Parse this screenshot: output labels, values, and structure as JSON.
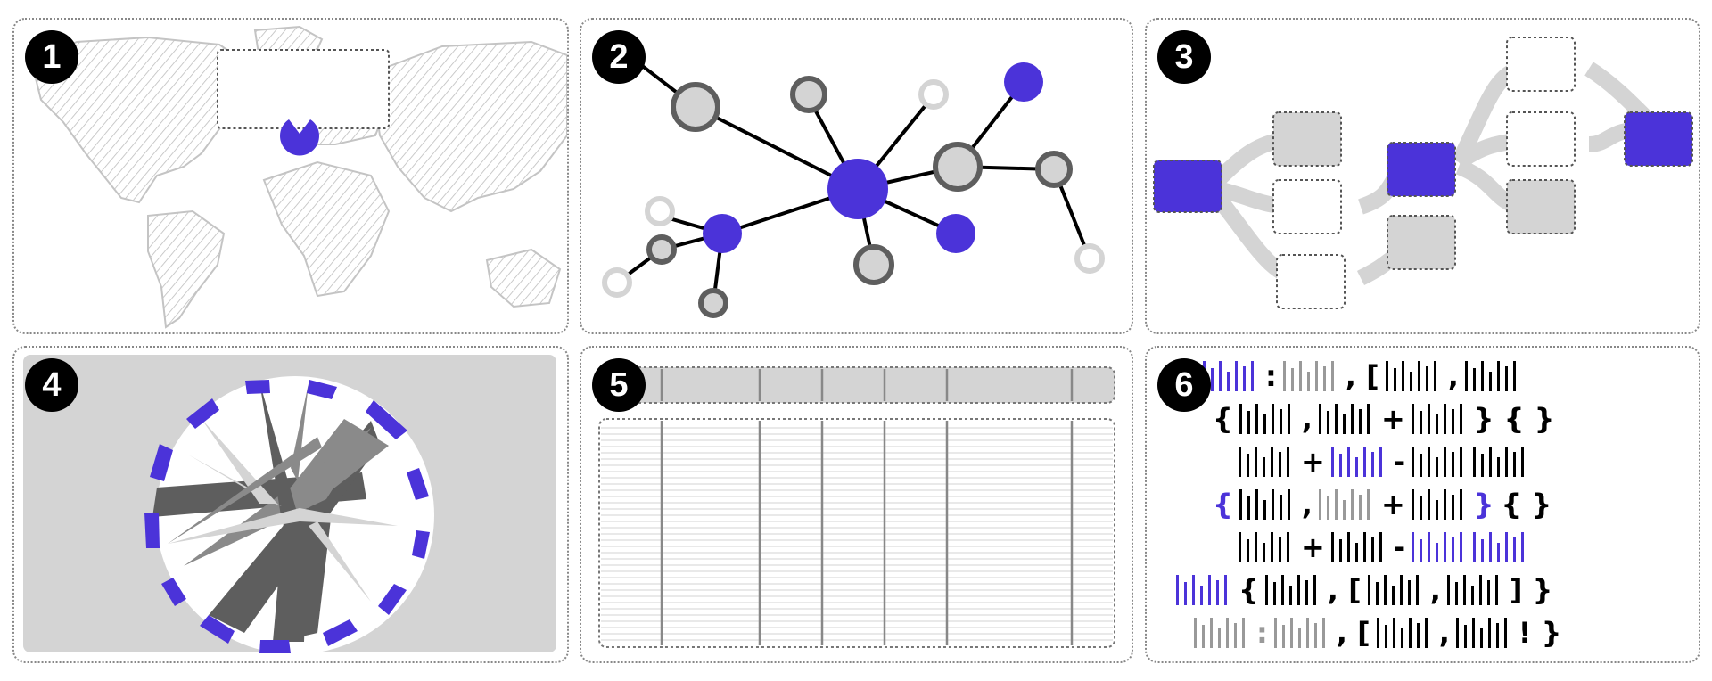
{
  "badges": [
    "1",
    "2",
    "3",
    "4",
    "5",
    "6"
  ],
  "colors": {
    "accent": "#4b33d9",
    "node_grey": "#d4d4d4",
    "node_dark": "#5e5e5e",
    "border": "#888888",
    "panel_bg_grey": "#d4d4d4"
  },
  "icons": {
    "map": "world-map-icon",
    "marker": "pacman-marker-icon",
    "network": "network-graph-icon",
    "flow": "flow-diagram-icon",
    "chord": "chord-diagram-icon",
    "table": "table-grid-icon",
    "code": "code-snippet-icon"
  },
  "code": {
    "lines": [
      [
        {
          "t": "bars",
          "c": "purple",
          "n": 7
        },
        {
          "t": "tok",
          "v": ":"
        },
        {
          "t": "bars",
          "c": "grey",
          "n": 7
        },
        {
          "t": "tok",
          "v": ", ["
        },
        {
          "t": "bars",
          "c": "black",
          "n": 7
        },
        {
          "t": "tok",
          "v": ","
        },
        {
          "t": "bars",
          "c": "black",
          "n": 7
        }
      ],
      [
        {
          "t": "tok",
          "v": "{"
        },
        {
          "t": "bars",
          "c": "black",
          "n": 7
        },
        {
          "t": "tok",
          "v": ","
        },
        {
          "t": "bars",
          "c": "black",
          "n": 7
        },
        {
          "t": "tok",
          "v": "+"
        },
        {
          "t": "bars",
          "c": "black",
          "n": 7
        },
        {
          "t": "tok",
          "v": "} {  }"
        }
      ],
      [
        {
          "t": "bars",
          "c": "black",
          "n": 7
        },
        {
          "t": "tok",
          "v": "+"
        },
        {
          "t": "bars",
          "c": "purple",
          "n": 7
        },
        {
          "t": "tok",
          "v": "-"
        },
        {
          "t": "bars",
          "c": "black",
          "n": 7
        },
        {
          "t": "bars",
          "c": "black",
          "n": 7
        }
      ],
      [
        {
          "t": "tok",
          "v": "{",
          "c": "purple"
        },
        {
          "t": "bars",
          "c": "black",
          "n": 7
        },
        {
          "t": "tok",
          "v": ","
        },
        {
          "t": "bars",
          "c": "grey",
          "n": 7
        },
        {
          "t": "tok",
          "v": "+"
        },
        {
          "t": "bars",
          "c": "black",
          "n": 7
        },
        {
          "t": "tok",
          "v": "}",
          "c": "purple"
        },
        {
          "t": "tok",
          "v": "{  }"
        }
      ],
      [
        {
          "t": "bars",
          "c": "black",
          "n": 7
        },
        {
          "t": "tok",
          "v": "+"
        },
        {
          "t": "bars",
          "c": "black",
          "n": 7
        },
        {
          "t": "tok",
          "v": "-"
        },
        {
          "t": "bars",
          "c": "purple",
          "n": 7
        },
        {
          "t": "bars",
          "c": "purple",
          "n": 7
        }
      ],
      [
        {
          "t": "bars",
          "c": "purple",
          "n": 7
        },
        {
          "t": "tok",
          "v": "{"
        },
        {
          "t": "bars",
          "c": "black",
          "n": 7
        },
        {
          "t": "tok",
          "v": ", ["
        },
        {
          "t": "bars",
          "c": "black",
          "n": 7
        },
        {
          "t": "tok",
          "v": ","
        },
        {
          "t": "bars",
          "c": "black",
          "n": 7
        },
        {
          "t": "tok",
          "v": "] }"
        }
      ],
      [
        {
          "t": "bars",
          "c": "grey",
          "n": 7
        },
        {
          "t": "tok",
          "v": ":",
          "c": "grey"
        },
        {
          "t": "bars",
          "c": "grey",
          "n": 7
        },
        {
          "t": "tok",
          "v": ", ["
        },
        {
          "t": "bars",
          "c": "black",
          "n": 7
        },
        {
          "t": "tok",
          "v": ","
        },
        {
          "t": "bars",
          "c": "black",
          "n": 7
        },
        {
          "t": "tok",
          "v": "! }"
        }
      ]
    ]
  }
}
